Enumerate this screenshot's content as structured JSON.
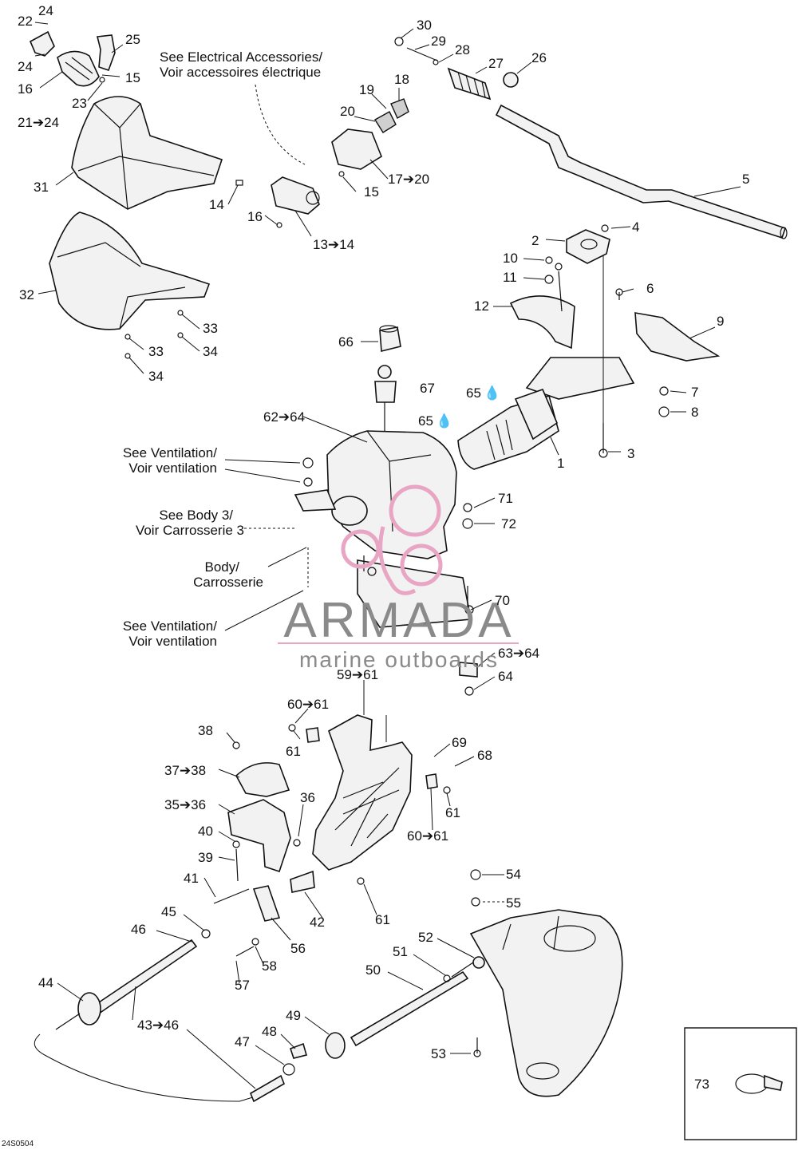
{
  "callouts": {
    "c22": "22",
    "c24a": "24",
    "c24b": "24",
    "c16a": "16",
    "c25": "25",
    "c15a": "15",
    "c23": "23",
    "c21_24": "21➔24",
    "c31": "31",
    "c32": "32",
    "c33a": "33",
    "c34a": "34",
    "c33b": "33",
    "c34b": "34",
    "c30": "30",
    "c29": "29",
    "c28": "28",
    "c27": "27",
    "c26": "26",
    "c5": "5",
    "c18": "18",
    "c19": "19",
    "c20": "20",
    "c17_20": "17➔20",
    "c15b": "15",
    "c14": "14",
    "c16b": "16",
    "c13_14": "13➔14",
    "c2": "2",
    "c4": "4",
    "c10": "10",
    "c11": "11",
    "c6": "6",
    "c12": "12",
    "c9": "9",
    "c7": "7",
    "c8": "8",
    "c3": "3",
    "c1": "1",
    "c66": "66",
    "c67": "67",
    "c65a": "65",
    "c65b": "65",
    "c62_64": "62➔64",
    "c71": "71",
    "c72": "72",
    "c70": "70",
    "c63_64": "63➔64",
    "c64": "64",
    "c59_61": "59➔61",
    "c60_61a": "60➔61",
    "c61a": "61",
    "c38": "38",
    "c37_38": "37➔38",
    "c35_36": "35➔36",
    "c36": "36",
    "c40": "40",
    "c39": "39",
    "c41": "41",
    "c69": "69",
    "c68": "68",
    "c61b": "61",
    "c60_61b": "60➔61",
    "c61c": "61",
    "c42": "42",
    "c45": "45",
    "c46": "46",
    "c56": "56",
    "c58": "58",
    "c57": "57",
    "c44": "44",
    "c43_46": "43➔46",
    "c47": "47",
    "c48": "48",
    "c49": "49",
    "c50": "50",
    "c51": "51",
    "c52": "52",
    "c53": "53",
    "c54": "54",
    "c55": "55",
    "c73": "73"
  },
  "references": {
    "electrical_line1": "See Electrical Accessories/",
    "electrical_line2": "Voir accessoires électrique",
    "ventilation1_line1": "See Ventilation/",
    "ventilation1_line2": "Voir ventilation",
    "body3_line1": "See Body 3/",
    "body3_line2": "Voir Carrosserie 3",
    "body_line1": "Body/",
    "body_line2": "Carrosserie",
    "ventilation2_line1": "See Ventilation/",
    "ventilation2_line2": "Voir ventilation"
  },
  "watermark": {
    "brand": "ARMADA",
    "tagline": "marine outboards",
    "color": "#e8a6c4"
  },
  "diagram_code": "24S0504"
}
